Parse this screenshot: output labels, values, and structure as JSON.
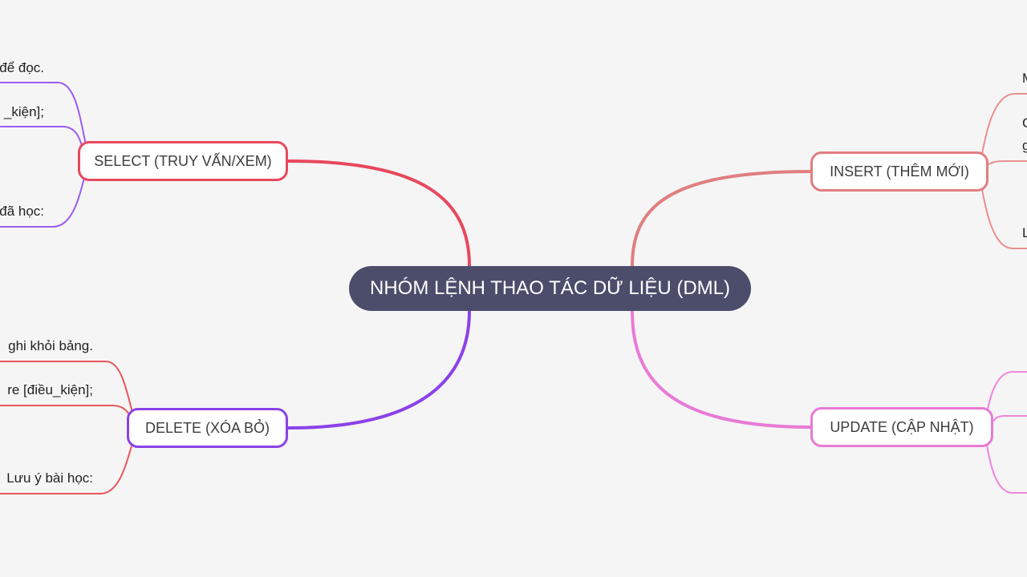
{
  "central": {
    "label": "NHÓM LỆNH THAO TÁC DỮ LIỆU (DML)"
  },
  "branches": {
    "select": {
      "label": "SELECT (TRUY VẤN/XEM)",
      "color": "#e8485e",
      "leaf_color": "#9b5cf0",
      "leaves": [
        "để đọc.",
        "_kiện];",
        "đã học:"
      ]
    },
    "delete": {
      "label": "DELETE (XÓA BỎ)",
      "color": "#8b42e8",
      "leaf_color": "#e8565c",
      "leaves": [
        "ghi khỏi bảng.",
        "re [điều_kiện];",
        "Lưu ý bài học:"
      ]
    },
    "insert": {
      "label": "INSERT (THÊM MỚI)",
      "color": "#e07e80",
      "leaf_color": "#e89090",
      "leaves": [
        "M",
        "C",
        "g",
        "L"
      ]
    },
    "update": {
      "label": "UPDATE (CẬP NHẬT)",
      "color": "#e87ad6",
      "leaf_color": "#ef86db",
      "leaves": []
    }
  }
}
